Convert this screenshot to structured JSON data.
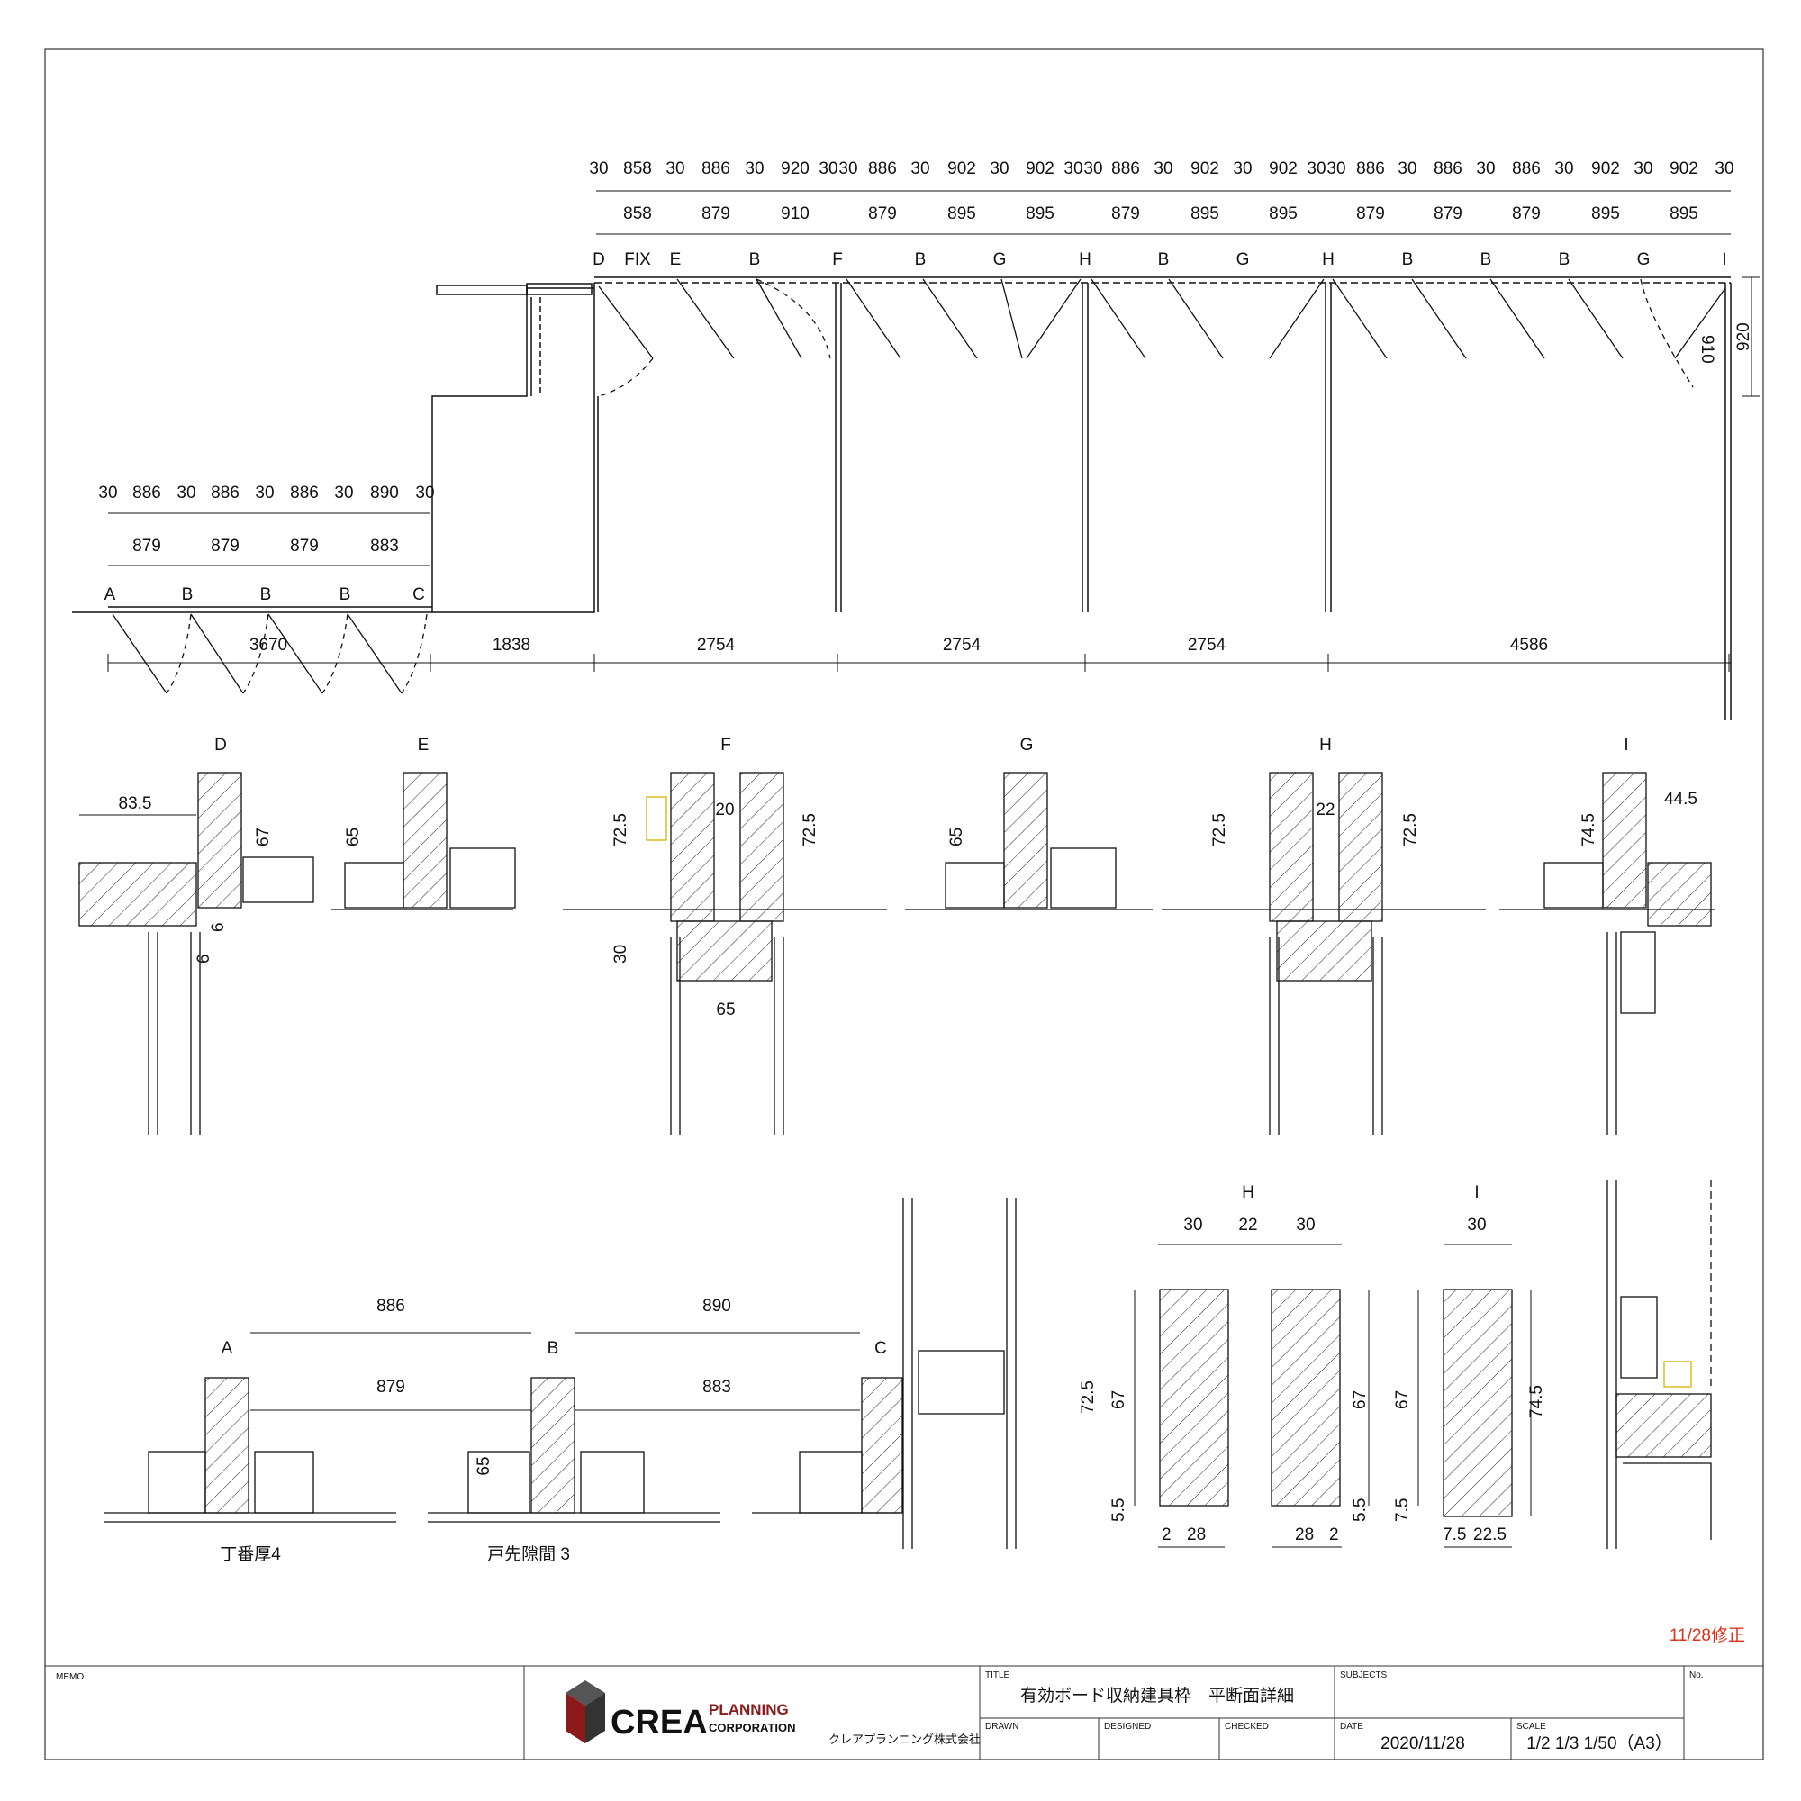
{
  "plan": {
    "top_dims_row1": [
      "30",
      "858",
      "30",
      "886",
      "30",
      "920",
      "30",
      "30",
      "886",
      "30",
      "902",
      "30",
      "902",
      "30",
      "30",
      "886",
      "30",
      "902",
      "30",
      "902",
      "30",
      "30",
      "886",
      "30",
      "886",
      "30",
      "886",
      "30",
      "902",
      "30",
      "902",
      "30"
    ],
    "top_dims_row2": [
      "858",
      "879",
      "910",
      "879",
      "895",
      "895",
      "879",
      "895",
      "895",
      "879",
      "879",
      "879",
      "895",
      "895"
    ],
    "top_labels": [
      "D",
      "FIX",
      "E",
      "B",
      "F",
      "B",
      "G",
      "H",
      "B",
      "G",
      "H",
      "B",
      "B",
      "B",
      "G",
      "I"
    ],
    "right_dims": [
      "910",
      "920"
    ],
    "left_dims_row1": [
      "30",
      "886",
      "30",
      "886",
      "30",
      "886",
      "30",
      "890",
      "30"
    ],
    "left_dims_row2": [
      "879",
      "879",
      "879",
      "883"
    ],
    "left_labels": [
      "A",
      "B",
      "B",
      "B",
      "C"
    ],
    "bottom_dims": [
      "3670",
      "1838",
      "2754",
      "2754",
      "2754",
      "4586"
    ]
  },
  "sections": {
    "titles": [
      "D",
      "E",
      "F",
      "G",
      "H",
      "I"
    ],
    "d_dims": [
      "83.5",
      "67",
      "6",
      "6"
    ],
    "e_dims": [
      "65"
    ],
    "f_dims": [
      "20",
      "72.5",
      "72.5",
      "30",
      "65"
    ],
    "g_dims": [
      "65"
    ],
    "h_dims": [
      "22",
      "72.5",
      "72.5"
    ],
    "i_dims": [
      "44.5",
      "74.5"
    ]
  },
  "lower": {
    "labels": [
      "A",
      "B",
      "C"
    ],
    "dims": [
      "886",
      "890",
      "879",
      "883",
      "65"
    ],
    "note1": "丁番厚4",
    "note2": "戸先隙間 3"
  },
  "profiles": {
    "h_title": "H",
    "i_title": "I",
    "h_top": [
      "30",
      "22",
      "30"
    ],
    "h_left": [
      "72.5",
      "67",
      "5.5"
    ],
    "h_right": [
      "67",
      "5.5"
    ],
    "h_bottom": [
      "2",
      "28",
      "28",
      "2"
    ],
    "i_top": [
      "30"
    ],
    "i_left": [
      "67",
      "7.5"
    ],
    "i_right": [
      "74.5"
    ],
    "i_bottom": [
      "7.5",
      "22.5"
    ]
  },
  "revision_note": "11/28修正",
  "titleblock": {
    "memo_label": "MEMO",
    "company_logo_main": "CREA",
    "company_logo_sub1": "PLANNING",
    "company_logo_sub2": "CORPORATION",
    "company_name_jp": "クレアプランニング株式会社",
    "title_label": "TITLE",
    "title": "有効ボード収納建具枠　平断面詳細",
    "subjects_label": "SUBJECTS",
    "no_label": "No.",
    "drawn_label": "DRAWN",
    "designed_label": "DESIGNED",
    "checked_label": "CHECKED",
    "date_label": "DATE",
    "date": "2020/11/28",
    "scale_label": "SCALE",
    "scale": "1/2  1/3  1/50（A3）"
  },
  "colors": {
    "logo_red": "#8b1a1a",
    "logo_gray": "#555555",
    "note_red": "#e0301e",
    "accent_yellow": "#d9b200"
  }
}
